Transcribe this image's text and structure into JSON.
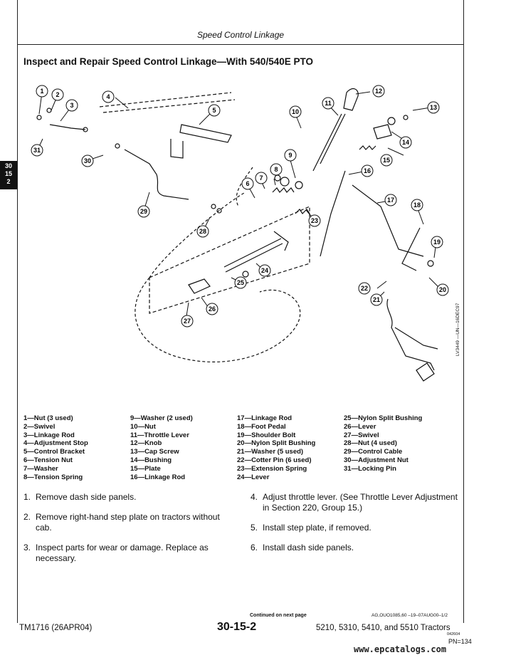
{
  "header": {
    "section_title": "Speed Control Linkage"
  },
  "main": {
    "title": "Inspect and Repair Speed Control Linkage—With 540/540E PTO",
    "side_tab": [
      "30",
      "15",
      "2"
    ],
    "image_id": "LV3449 —UN—16DEC97",
    "callouts": [
      "1",
      "2",
      "3",
      "4",
      "5",
      "6",
      "7",
      "8",
      "9",
      "10",
      "11",
      "12",
      "13",
      "14",
      "15",
      "16",
      "17",
      "18",
      "19",
      "20",
      "21",
      "22",
      "23",
      "24",
      "25",
      "26",
      "27",
      "28",
      "29",
      "30",
      "31"
    ],
    "legend": [
      [
        "1—Nut (3 used)",
        "2—Swivel",
        "3—Linkage Rod",
        "4—Adjustment Stop",
        "5—Control Bracket",
        "6—Tension Nut",
        "7—Washer",
        "8—Tension Spring"
      ],
      [
        "9—Washer (2 used)",
        "10—Nut",
        "11—Throttle Lever",
        "12—Knob",
        "13—Cap Screw",
        "14—Bushing",
        "15—Plate",
        "16—Linkage Rod"
      ],
      [
        "17—Linkage Rod",
        "18—Foot Pedal",
        "19—Shoulder Bolt",
        "20—Nylon Split Bushing",
        "21—Washer (5 used)",
        "22—Cotter Pin (6 used)",
        "23—Extension Spring",
        "24—Lever"
      ],
      [
        "25—Nylon Split Bushing",
        "26—Lever",
        "27—Swivel",
        "28—Nut (4 used)",
        "29—Control Cable",
        "30—Adjustment Nut",
        "31—Locking Pin"
      ]
    ],
    "steps_left": [
      {
        "num": "1.",
        "text": "Remove dash side panels."
      },
      {
        "num": "2.",
        "text": "Remove right-hand step plate on tractors without cab."
      },
      {
        "num": "3.",
        "text": "Inspect parts for wear or damage. Replace as necessary."
      }
    ],
    "steps_right": [
      {
        "num": "4.",
        "text": "Adjust throttle lever. (See Throttle Lever Adjustment in Section 220, Group 15.)"
      },
      {
        "num": "5.",
        "text": "Install step plate, if removed."
      },
      {
        "num": "6.",
        "text": "Install dash side panels."
      }
    ]
  },
  "footer": {
    "continued": "Continued on next page",
    "ref": "AG,OUO1085,60   –19–07AUG00–1/2",
    "ref2": "042604",
    "manual": "TM1716 (26APR04)",
    "page": "30-15-2",
    "models": "5210, 5310, 5410, and 5510 Tractors",
    "pn": "PN=134",
    "watermark": "www.epcatalogs.com"
  }
}
